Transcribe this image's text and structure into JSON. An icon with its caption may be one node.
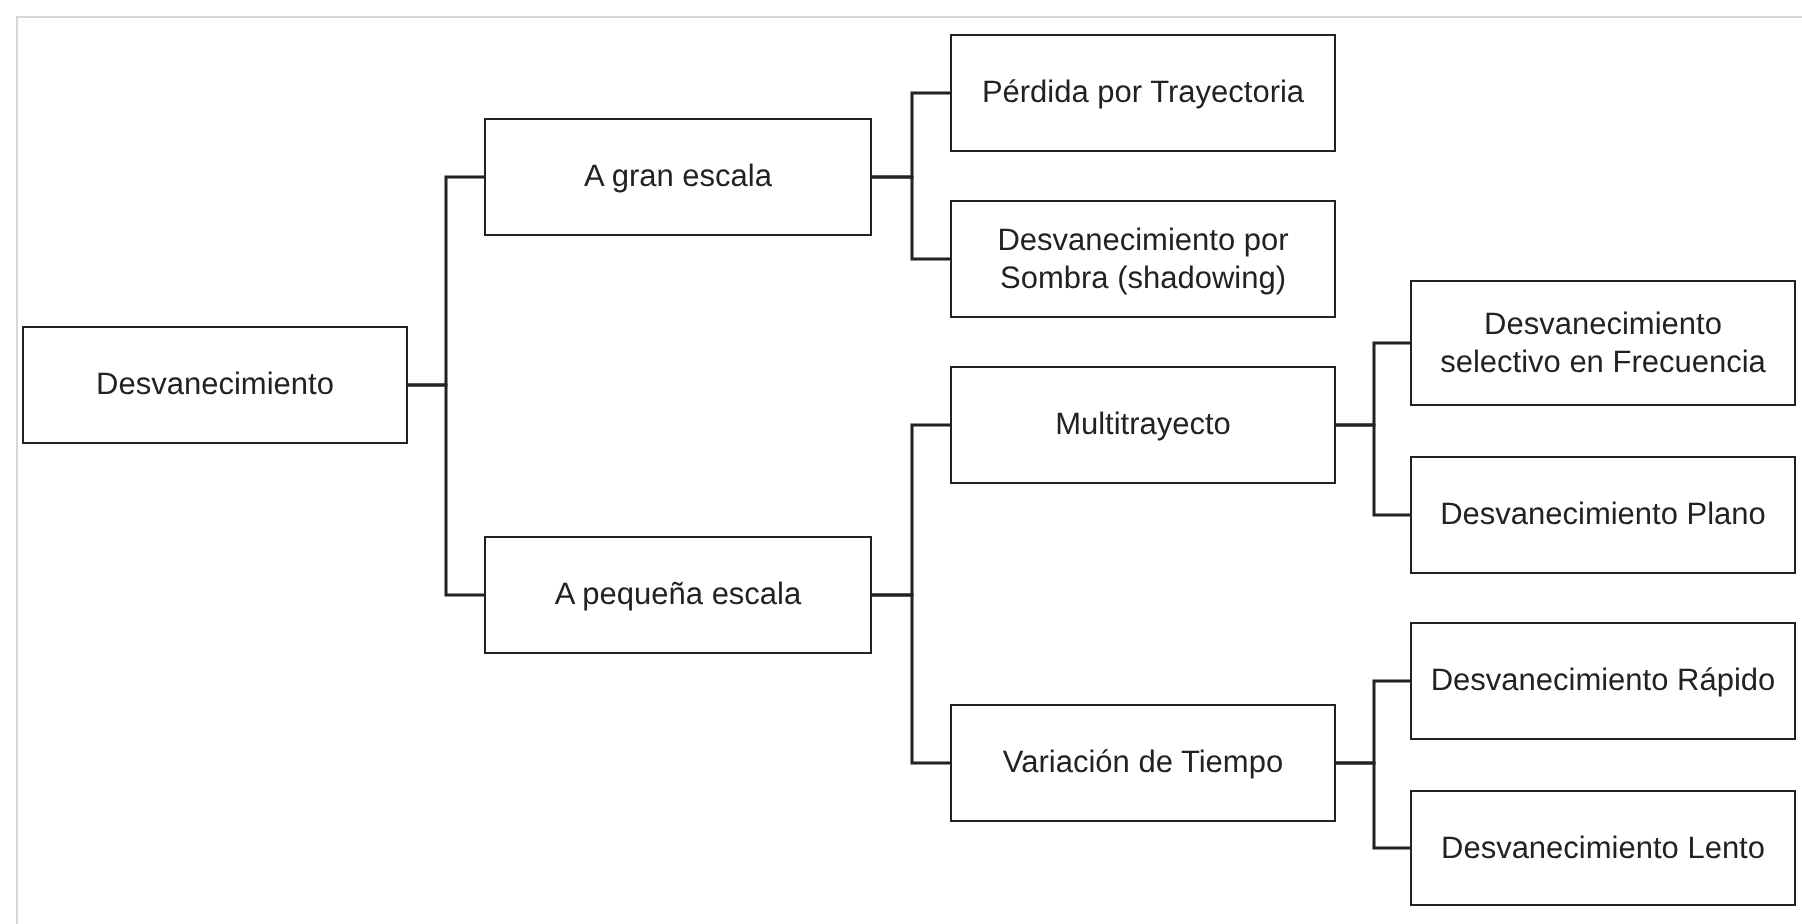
{
  "diagram": {
    "nodes": [
      {
        "text": [
          "Desvanecimiento"
        ]
      },
      {
        "text": [
          "A gran escala"
        ]
      },
      {
        "text": [
          "A pequeña escala"
        ]
      },
      {
        "text": [
          "Pérdida por Trayectoria"
        ]
      },
      {
        "text": [
          "Desvanecimiento por Sombra (shadowing)"
        ]
      },
      {
        "text": [
          "Multitrayecto"
        ]
      },
      {
        "text": [
          "Variación de Tiempo"
        ]
      },
      {
        "text": [
          "Desvanecimiento selectivo en Frecuencia"
        ]
      },
      {
        "text": [
          "Desvanecimiento Plano"
        ]
      },
      {
        "text": [
          "Desvanecimiento Rápido"
        ]
      },
      {
        "text": [
          "Desvanecimiento Lento"
        ]
      }
    ],
    "edges": [
      {
        "from": 0,
        "to": 1,
        "arrow": "none"
      },
      {
        "from": 0,
        "to": 2,
        "arrow": "none"
      },
      {
        "from": 1,
        "to": 3,
        "arrow": "none"
      },
      {
        "from": 1,
        "to": 4,
        "arrow": "none"
      },
      {
        "from": 2,
        "to": 5,
        "arrow": "none"
      },
      {
        "from": 2,
        "to": 6,
        "arrow": "none"
      },
      {
        "from": 5,
        "to": 7,
        "arrow": "none"
      },
      {
        "from": 5,
        "to": 8,
        "arrow": "none"
      },
      {
        "from": 6,
        "to": 9,
        "arrow": "none"
      },
      {
        "from": 6,
        "to": 10,
        "arrow": "none"
      }
    ]
  }
}
